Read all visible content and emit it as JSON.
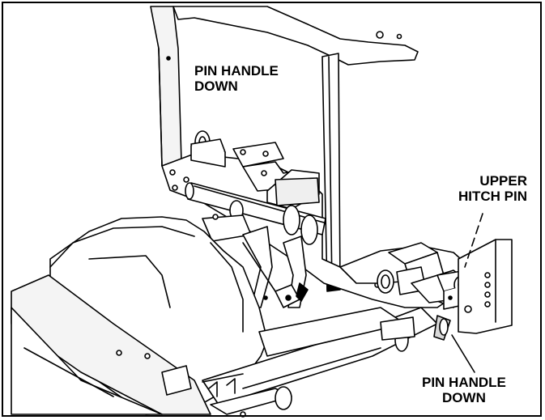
{
  "labels": {
    "pin_handle_top": [
      "PIN HANDLE",
      "DOWN"
    ],
    "upper_hitch_pin": [
      "UPPER",
      "HITCH PIN"
    ],
    "pin_handle_bottom": [
      "PIN HANDLE",
      "DOWN"
    ]
  },
  "colors": {
    "line": "#000000",
    "fill": "#ffffff",
    "shade": "#d9d9d9"
  }
}
